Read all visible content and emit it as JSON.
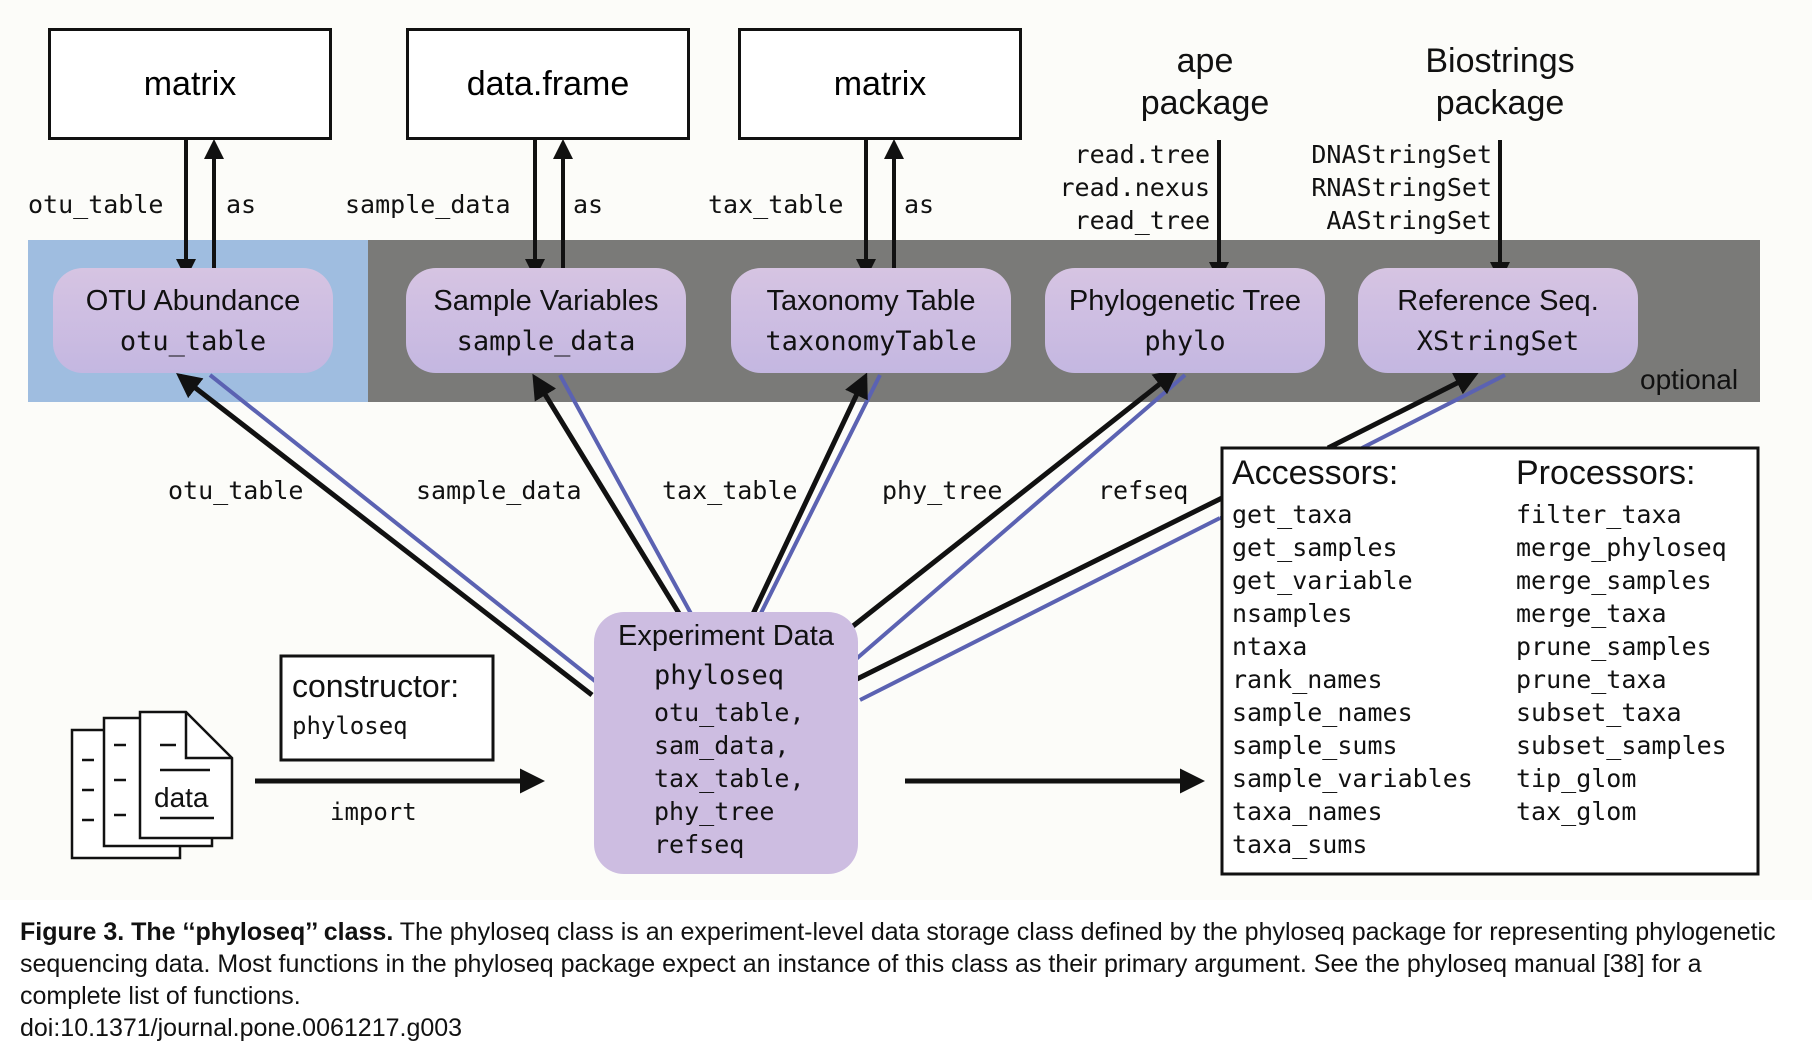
{
  "sources": {
    "matrix1": "matrix",
    "data_frame": "data.frame",
    "matrix2": "matrix",
    "ape": [
      "ape",
      "package"
    ],
    "biostrings": [
      "Biostrings",
      "package"
    ]
  },
  "conversions": {
    "to_otu": "otu_table",
    "from_otu": "as",
    "to_sample": "sample_data",
    "from_sample": "as",
    "to_tax": "tax_table",
    "from_tax": "as",
    "tree_readers": [
      "read.tree",
      "read.nexus",
      "read_tree"
    ],
    "seq_classes": [
      "DNAStringSet",
      "RNAStringSet",
      "AAStringSet"
    ]
  },
  "components": [
    {
      "title": "OTU Abundance",
      "class": "otu_table"
    },
    {
      "title": "Sample Variables",
      "class": "sample_data"
    },
    {
      "title": "Taxonomy Table",
      "class": "taxonomyTable"
    },
    {
      "title": "Phylogenetic Tree",
      "class": "phylo"
    },
    {
      "title": "Reference Seq.",
      "class": "XStringSet"
    }
  ],
  "optional_label": "optional",
  "slot_labels": [
    "otu_table",
    "sample_data",
    "tax_table",
    "phy_tree",
    "refseq"
  ],
  "experiment": {
    "title": "Experiment Data",
    "class": "phyloseq",
    "slots": [
      "otu_table,",
      "sam_data,",
      "tax_table,",
      "phy_tree",
      "refseq"
    ]
  },
  "constructor": {
    "title": "constructor:",
    "fn": "phyloseq"
  },
  "data_icon_label": "data",
  "import_label": "import",
  "accessors": {
    "title": "Accessors:",
    "items": [
      "get_taxa",
      "get_samples",
      "get_variable",
      "nsamples",
      "ntaxa",
      "rank_names",
      "sample_names",
      "sample_sums",
      "sample_variables",
      "taxa_names",
      "taxa_sums"
    ]
  },
  "processors": {
    "title": "Processors:",
    "items": [
      "filter_taxa",
      "merge_phyloseq",
      "merge_samples",
      "merge_taxa",
      "prune_samples",
      "prune_taxa",
      "subset_taxa",
      "subset_samples",
      "tip_glom",
      "tax_glom"
    ]
  },
  "caption": {
    "bold": "Figure 3. The ‘‘phyloseq’’ class.",
    "text": " The phyloseq class is an experiment-level data storage class defined by the phyloseq package for representing phylogenetic sequencing data. Most functions in the phyloseq package expect an instance of this class as their primary argument. See the phyloseq manual [38] for a complete list of functions.",
    "doi": "doi:10.1371/journal.pone.0061217.g003"
  },
  "colors": {
    "otu_panel": "#9fbde0",
    "optional_panel": "#7a7a78",
    "component_fill": "#cdbde1",
    "slot_blue": "#3a47a0",
    "line_blue": "#5b62b2"
  }
}
